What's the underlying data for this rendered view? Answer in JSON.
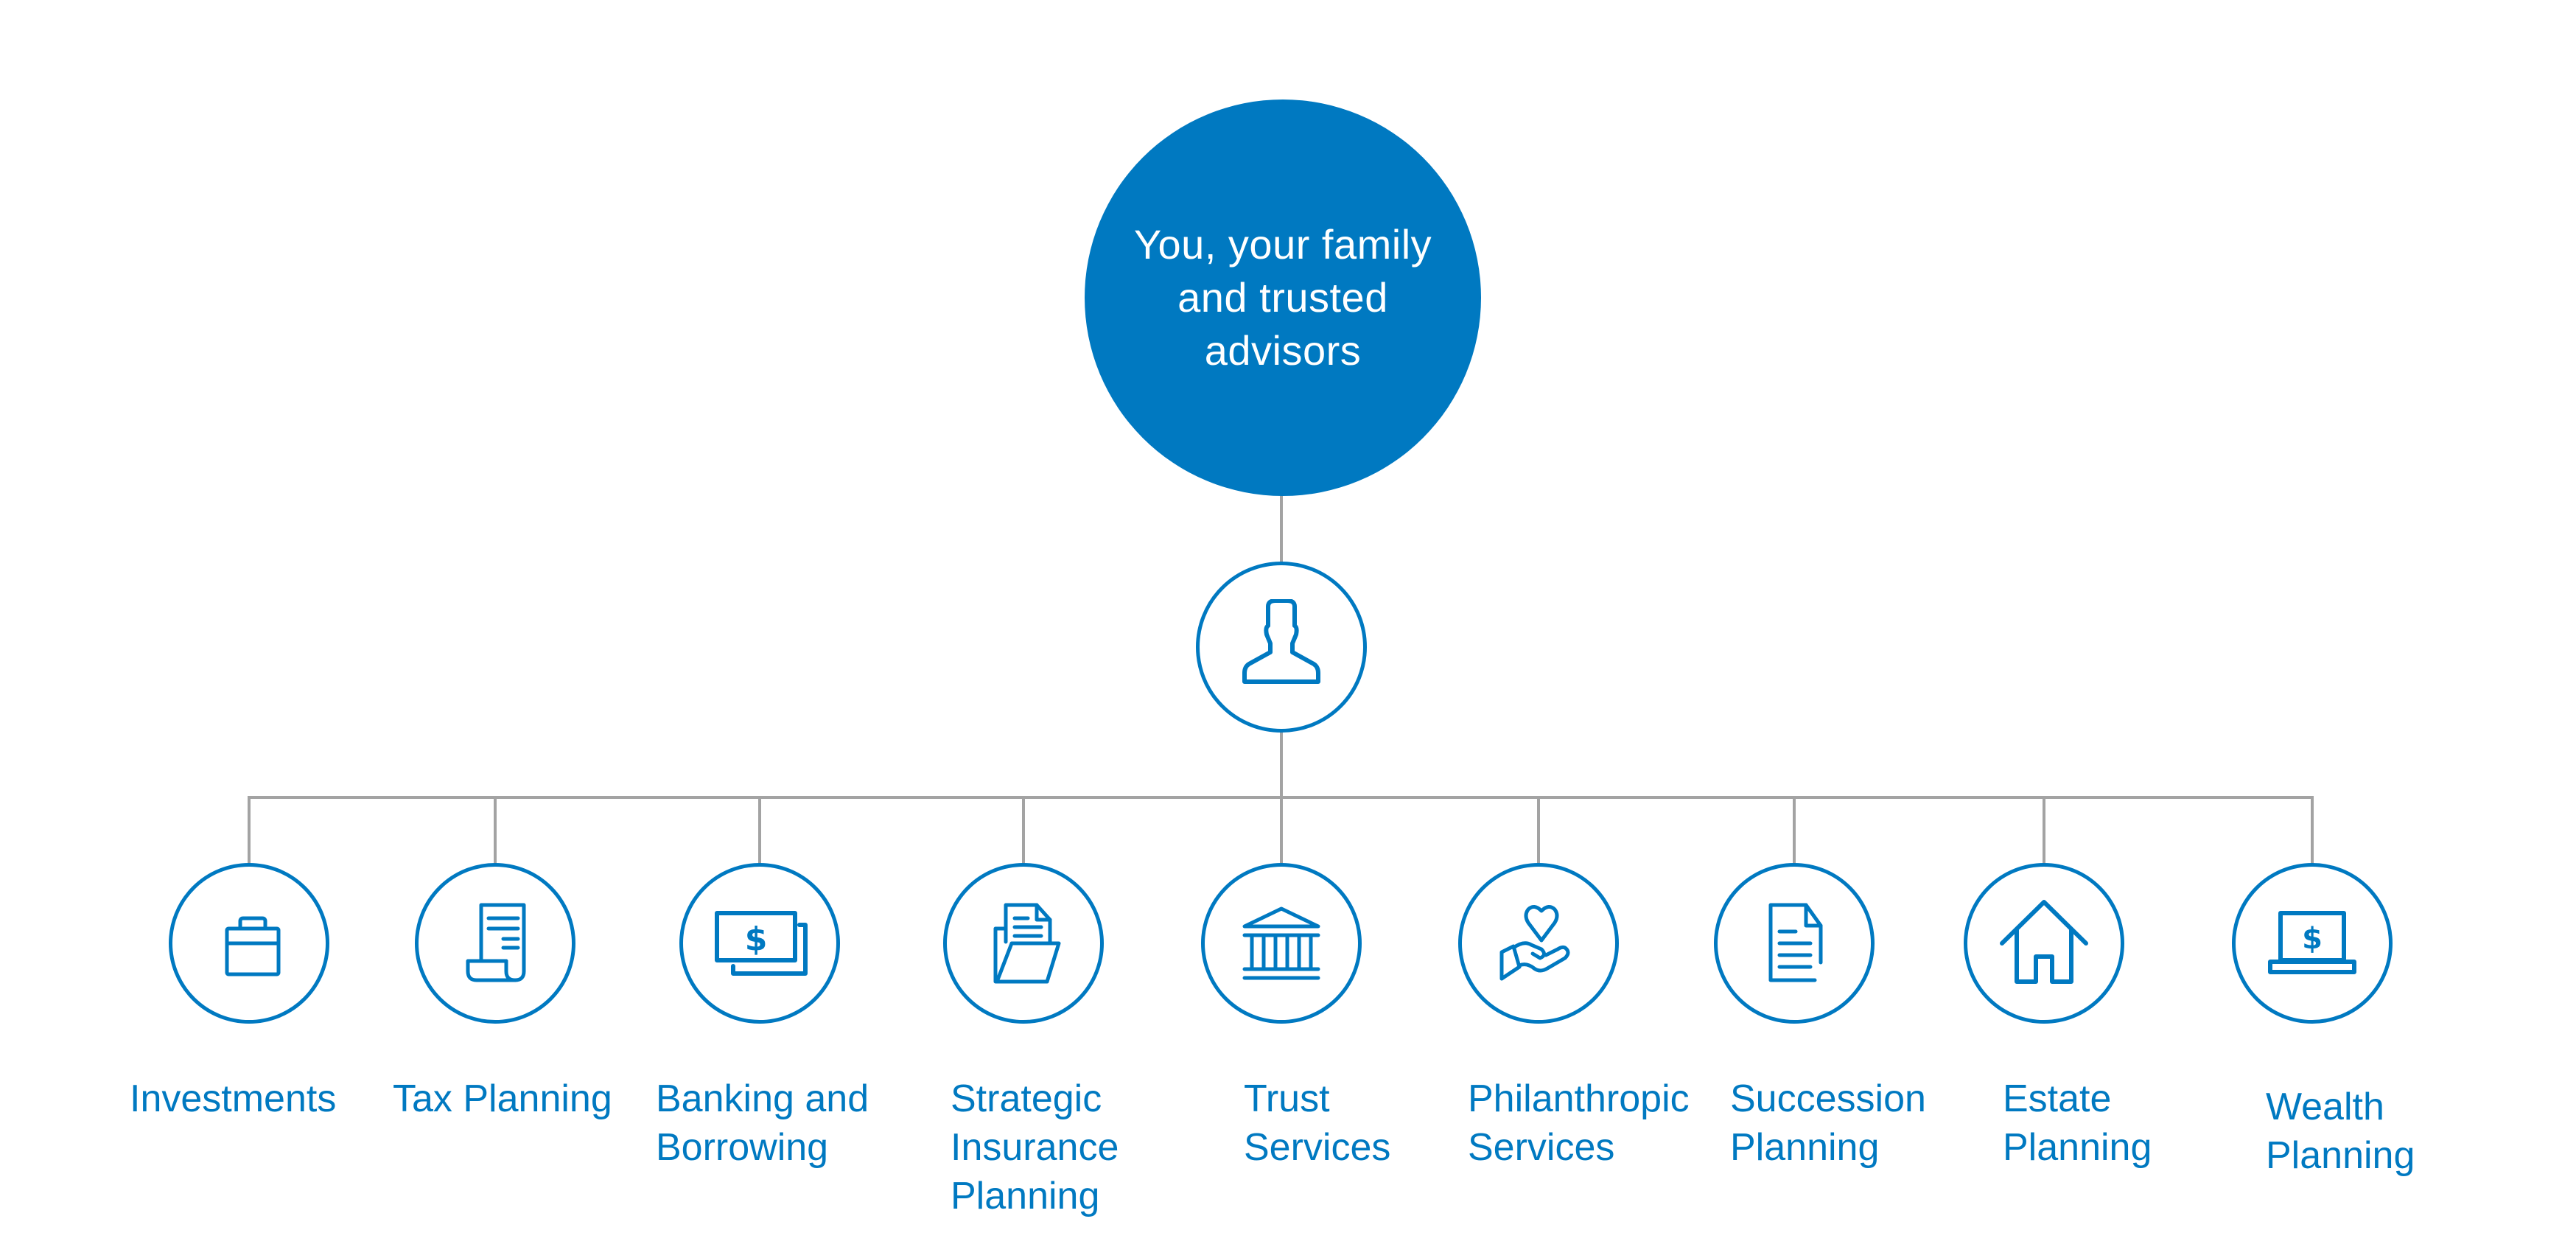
{
  "hub": {
    "text": "You, your family\nand trusted\nadvisors"
  },
  "advisor": {
    "icon": "person-icon"
  },
  "colors": {
    "brand_blue": "#0079C1",
    "connector_grey": "#A3A3A3"
  },
  "services": [
    {
      "label": "Investments",
      "icon": "briefcase-icon"
    },
    {
      "label": "Tax Planning",
      "icon": "tax-document-scroll-icon"
    },
    {
      "label": "Banking and\nBorrowing",
      "icon": "banknotes-icon"
    },
    {
      "label": "Strategic\nInsurance\nPlanning",
      "icon": "folder-document-icon"
    },
    {
      "label": "Trust\nServices",
      "icon": "bank-building-icon"
    },
    {
      "label": "Philanthropic\nServices",
      "icon": "hand-heart-icon"
    },
    {
      "label": "Succession\nPlanning",
      "icon": "document-icon"
    },
    {
      "label": "Estate\nPlanning",
      "icon": "house-icon"
    },
    {
      "label": "Wealth\nPlanning",
      "icon": "laptop-dollar-icon"
    }
  ]
}
